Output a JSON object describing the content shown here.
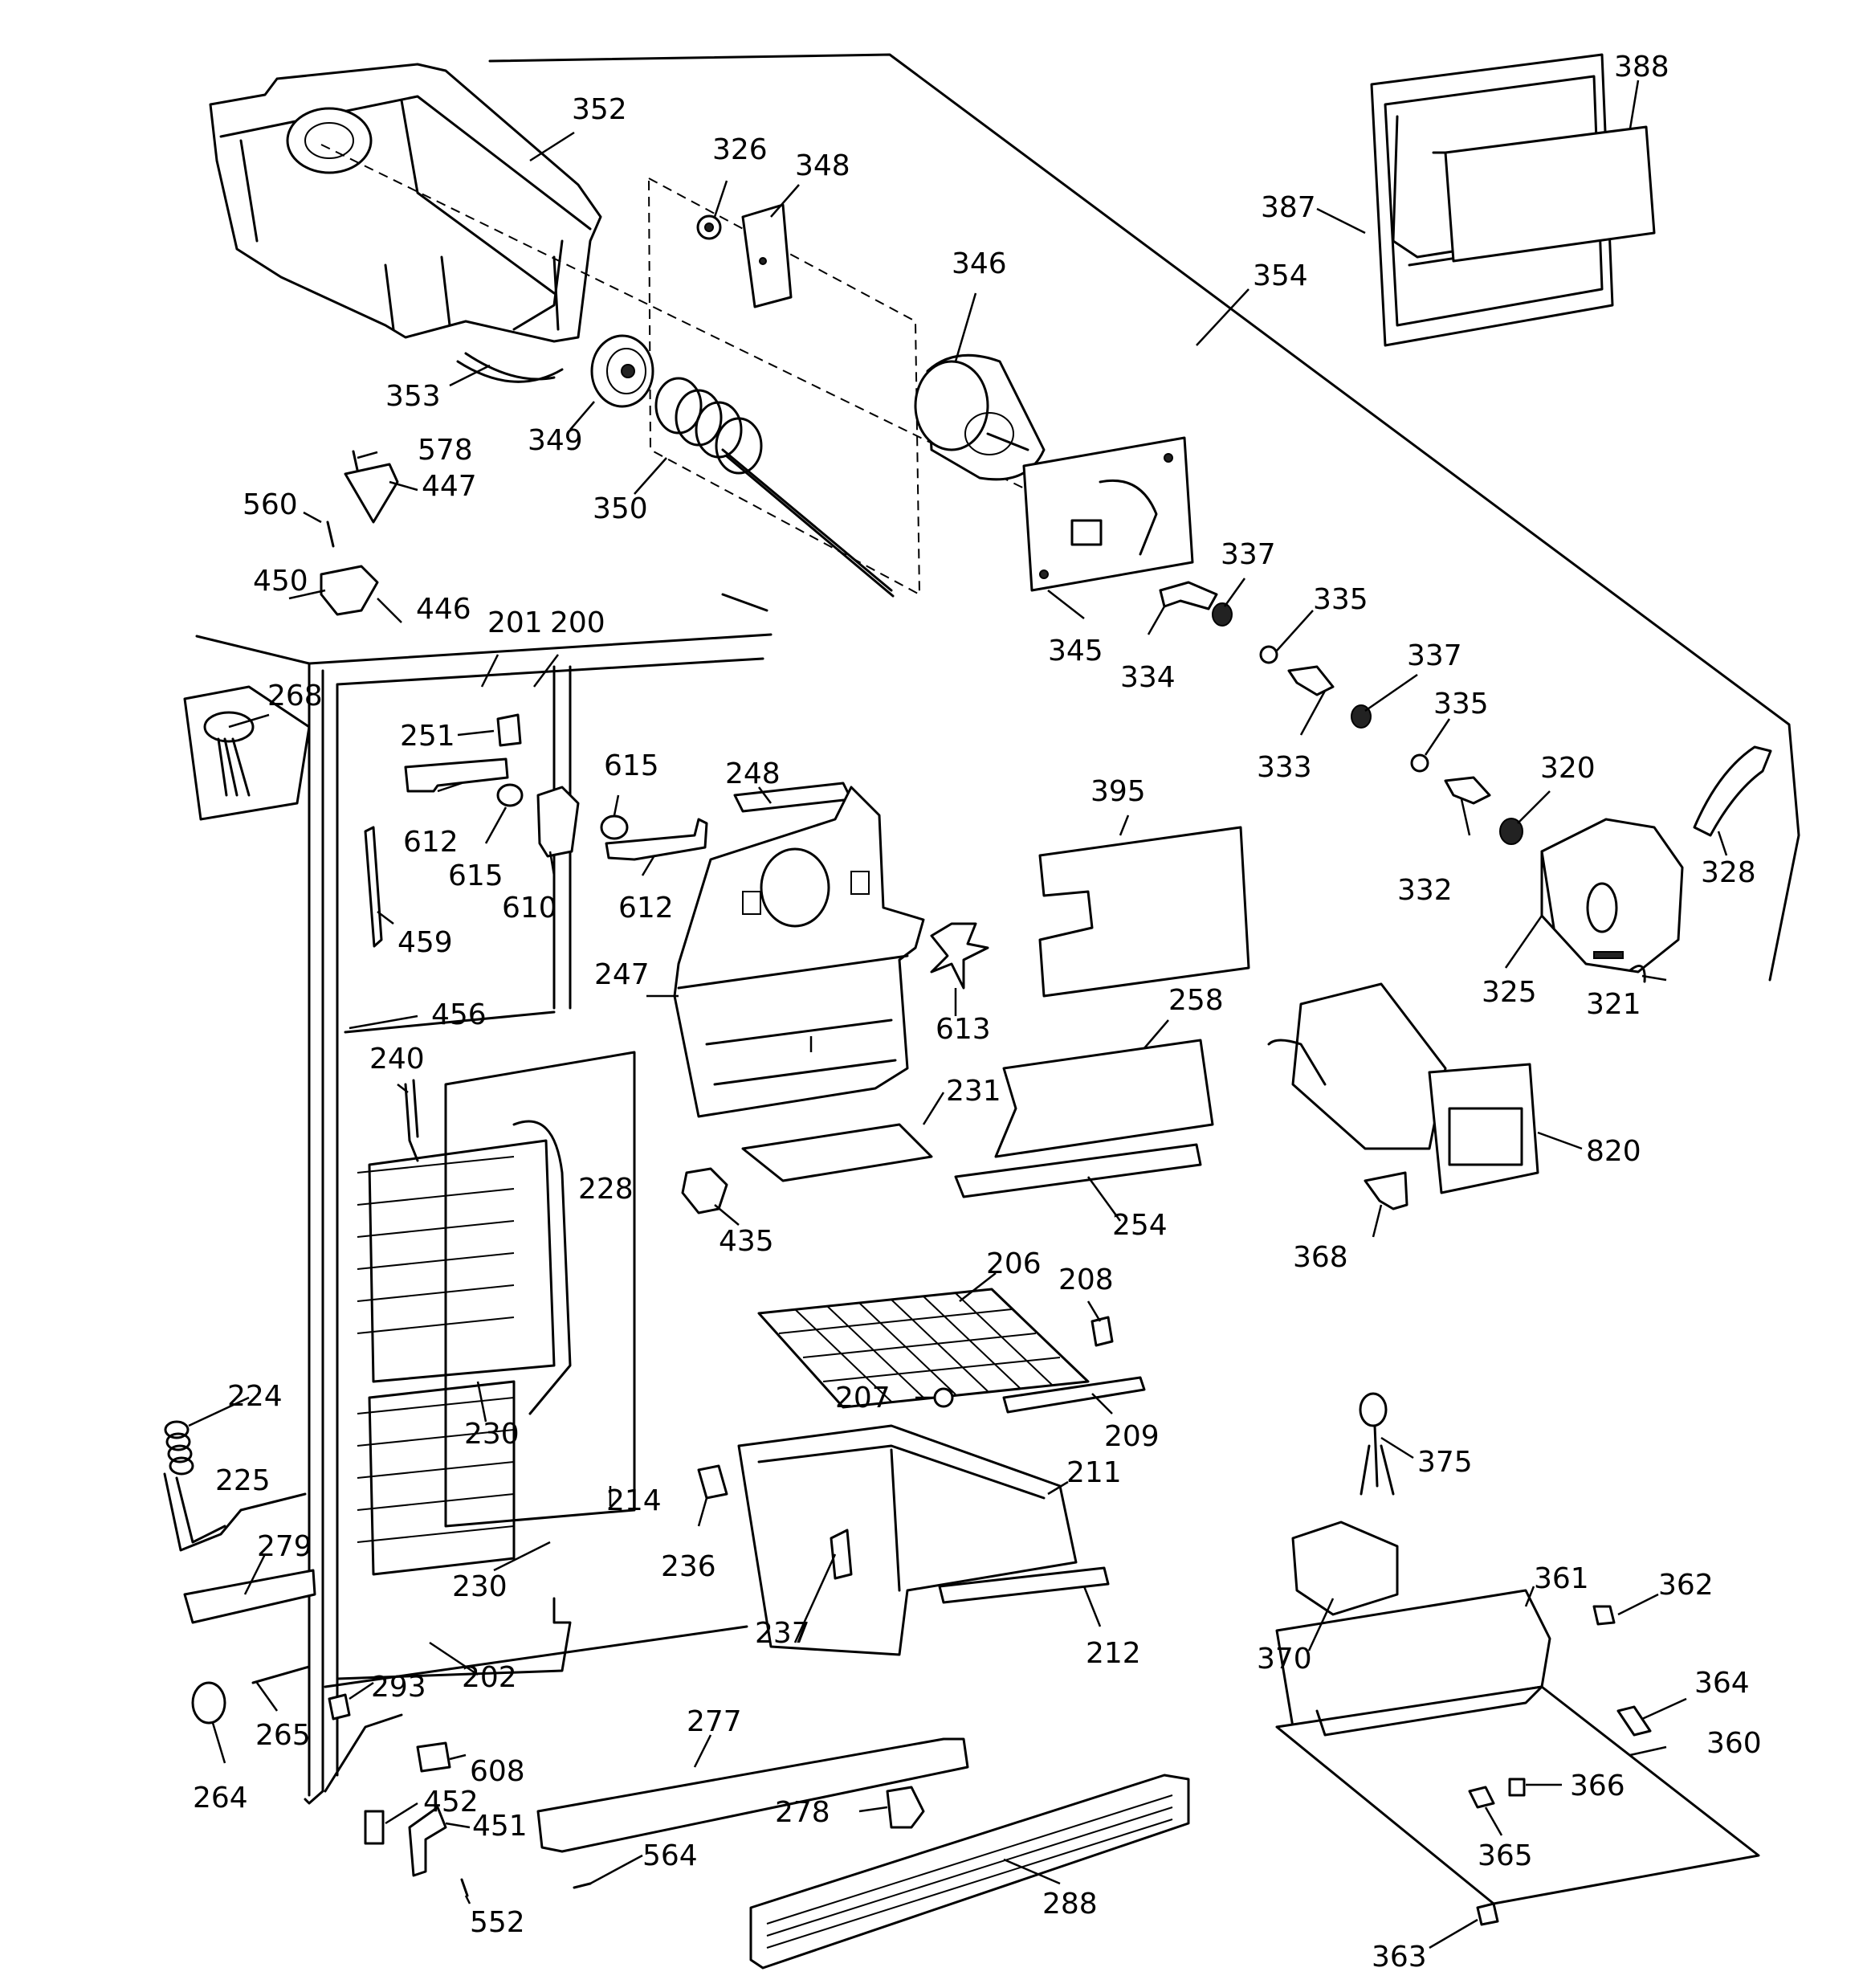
{
  "diagram": {
    "labels": {
      "p352": "352",
      "p326": "326",
      "p348": "348",
      "p346": "346",
      "p388": "388",
      "p387": "387",
      "p354": "354",
      "p353": "353",
      "p349": "349",
      "p350": "350",
      "p578": "578",
      "p447": "447",
      "p560": "560",
      "p450": "450",
      "p446": "446",
      "p201": "201",
      "p200": "200",
      "p268": "268",
      "p251": "251",
      "p615a": "615",
      "p615b": "615",
      "p612a": "612",
      "p612b": "612",
      "p610": "610",
      "p248": "248",
      "p345": "345",
      "p334": "334",
      "p337a": "337",
      "p335a": "335",
      "p337b": "337",
      "p333": "333",
      "p335b": "335",
      "p320": "320",
      "p332": "332",
      "p328": "328",
      "p325": "325",
      "p321": "321",
      "p395": "395",
      "p459": "459",
      "p456": "456",
      "p247": "247",
      "p613": "613",
      "p258": "258",
      "p231": "231",
      "p240": "240",
      "p228": "228",
      "p820": "820",
      "p435": "435",
      "p254": "254",
      "p368": "368",
      "p206": "206",
      "p208": "208",
      "p207": "207",
      "p209": "209",
      "p224": "224",
      "p230a": "230",
      "p225": "225",
      "p211": "211",
      "p375": "375",
      "p214": "214",
      "p279": "279",
      "p236": "236",
      "p230b": "230",
      "p361": "361",
      "p362": "362",
      "p237": "237",
      "p212": "212",
      "p370": "370",
      "p202": "202",
      "p293": "293",
      "p364": "364",
      "p265": "265",
      "p277": "277",
      "p360": "360",
      "p608": "608",
      "p264": "264",
      "p452": "452",
      "p366": "366",
      "p278": "278",
      "p451": "451",
      "p365": "365",
      "p564": "564",
      "p288": "288",
      "p552": "552",
      "p363": "363"
    }
  }
}
